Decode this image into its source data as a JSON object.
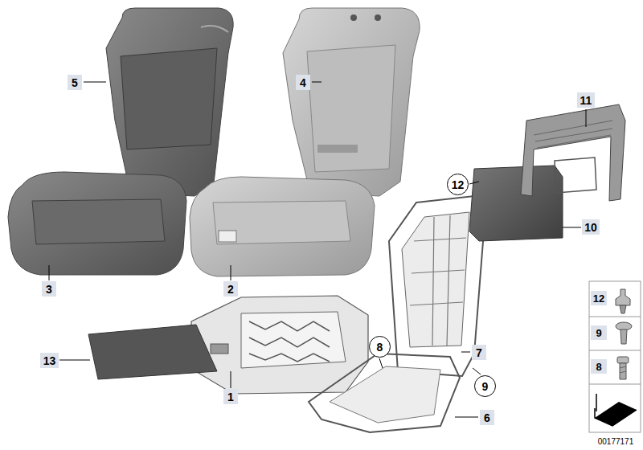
{
  "diagram": {
    "labels": [
      "5",
      "4",
      "11",
      "12",
      "10",
      "3",
      "2",
      "8",
      "7",
      "9",
      "13",
      "1",
      "6",
      "12",
      "9",
      "8",
      "00177171"
    ]
  }
}
